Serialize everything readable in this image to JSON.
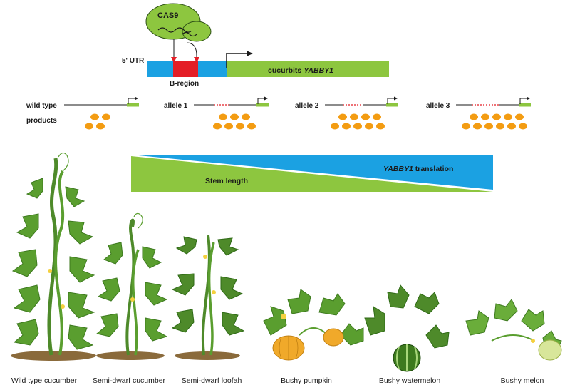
{
  "cas9": {
    "label": "CAS9"
  },
  "gene": {
    "utr_label": "5' UTR",
    "bregion_label": "B-region",
    "gene_prefix": "cucurbits ",
    "gene_name": "YABBY1"
  },
  "alleles": [
    {
      "label": "wild type",
      "products_label": "products",
      "product_count": 4
    },
    {
      "label": "allele 1",
      "product_count": 7
    },
    {
      "label": "allele 2",
      "product_count": 9
    },
    {
      "label": "allele 3",
      "product_count": 11
    }
  ],
  "gradient": {
    "translation_gene": "YABBY1",
    "translation_suffix": " translation",
    "stem_label": "Stem length"
  },
  "plants": [
    {
      "name": "Wild type cucumber"
    },
    {
      "name": "Semi-dwarf cucumber"
    },
    {
      "name": "Semi-dwarf loofah"
    },
    {
      "name": "Bushy pumpkin"
    },
    {
      "name": "Bushy watermelon"
    },
    {
      "name": "Bushy melon"
    }
  ],
  "colors": {
    "green": "#8dc63f",
    "blue": "#1ba1e2",
    "red": "#e41e26",
    "orange": "#f39c12",
    "leaf": "#5a9e2f",
    "leaf_dark": "#3d7a1e",
    "pumpkin": "#f0a92a",
    "melon": "#d8e69a"
  }
}
